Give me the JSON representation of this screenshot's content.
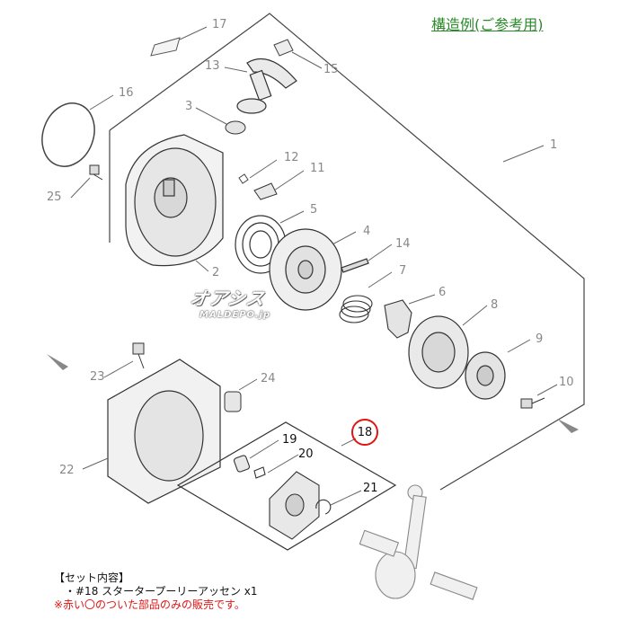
{
  "header": {
    "title": "構造例(ご参考用)"
  },
  "parts": [
    {
      "number": "1"
    },
    {
      "number": "2"
    },
    {
      "number": "3"
    },
    {
      "number": "4"
    },
    {
      "number": "5"
    },
    {
      "number": "6"
    },
    {
      "number": "7"
    },
    {
      "number": "8"
    },
    {
      "number": "9"
    },
    {
      "number": "10"
    },
    {
      "number": "11"
    },
    {
      "number": "12"
    },
    {
      "number": "13"
    },
    {
      "number": "14"
    },
    {
      "number": "15"
    },
    {
      "number": "16"
    },
    {
      "number": "17"
    },
    {
      "number": "19"
    },
    {
      "number": "20"
    },
    {
      "number": "21"
    },
    {
      "number": "22"
    },
    {
      "number": "23"
    },
    {
      "number": "24"
    },
    {
      "number": "25"
    }
  ],
  "highlighted_part": {
    "number": "18",
    "highlight_color": "#e01515"
  },
  "watermark": {
    "brand": "オアシス",
    "site": "MALDEPO.jp"
  },
  "set_contents": {
    "heading": "【セット内容】",
    "item": "・#18 スタータープーリーアッセン x1",
    "note": "※赤い〇のついた部品のみの販売です。"
  },
  "colors": {
    "title": "#2a8a2a",
    "note": "#e01515",
    "line": "#555555",
    "label": "#888888"
  }
}
